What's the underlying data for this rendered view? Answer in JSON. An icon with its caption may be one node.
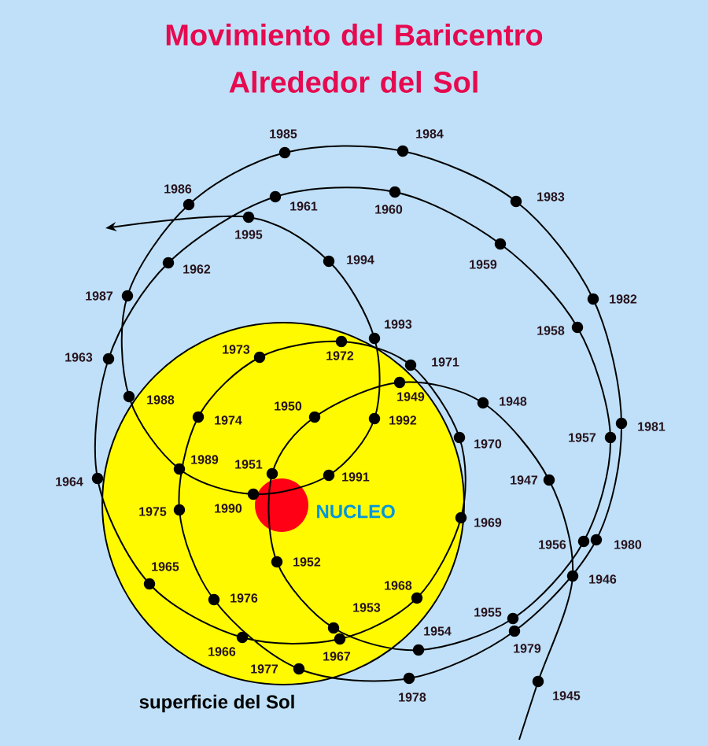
{
  "diagram": {
    "title": "Movimiento del Baricentro Alrededor del Sol",
    "nodes": [
      {
        "text": [
          "superficie del Sol"
        ]
      },
      {
        "text": [
          "NUCLEO"
        ],
        "in": 0
      }
    ],
    "edges": [],
    "labels": [
      "1945",
      "1946",
      "1947",
      "1948",
      "1949",
      "1950",
      "1951",
      "1952",
      "1953",
      "1954",
      "1955",
      "1956",
      "1957",
      "1958",
      "1959",
      "1960",
      "1961",
      "1962",
      "1963",
      "1964",
      "1965",
      "1966",
      "1967",
      "1968",
      "1969",
      "1970",
      "1971",
      "1972",
      "1973",
      "1974",
      "1975",
      "1976",
      "1977",
      "1978",
      "1979",
      "1980",
      "1981",
      "1982",
      "1983",
      "1984",
      "1985",
      "1986",
      "1987",
      "1988",
      "1989",
      "1990",
      "1991",
      "1992",
      "1993",
      "1994",
      "1995"
    ]
  }
}
